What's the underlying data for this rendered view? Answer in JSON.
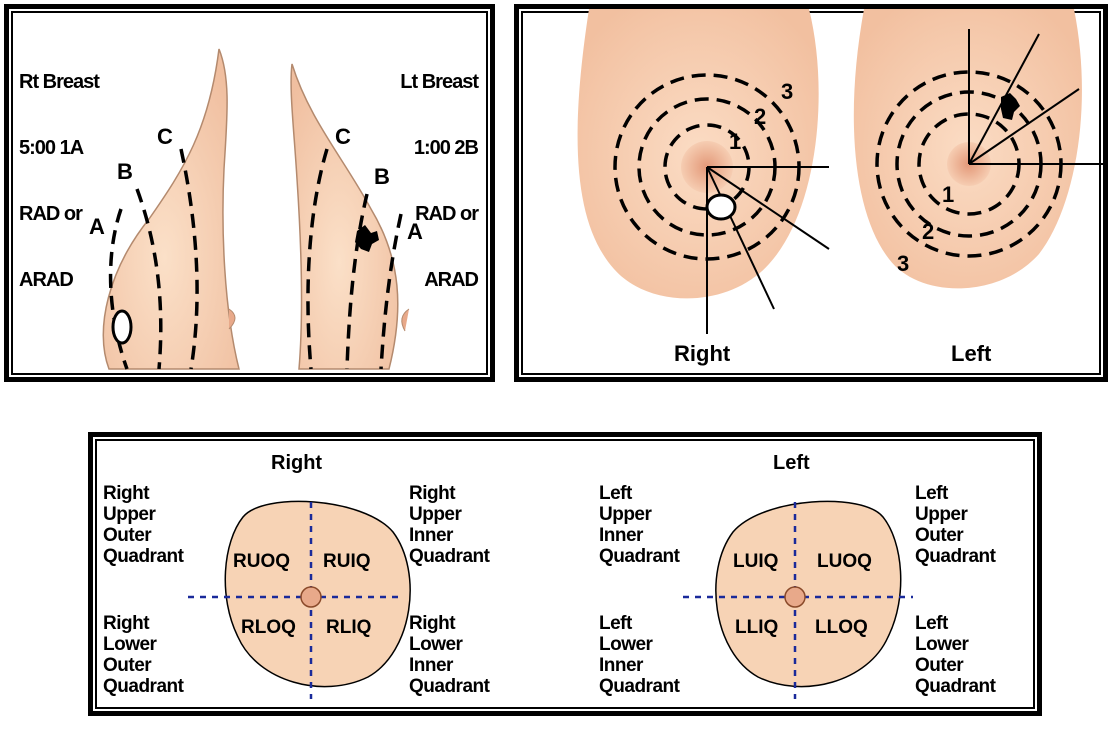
{
  "side_view": {
    "right_label": [
      "Rt Breast",
      "5:00 1A",
      "RAD or",
      "ARAD"
    ],
    "left_label": [
      "Lt Breast",
      "1:00 2B",
      "RAD or",
      "ARAD"
    ],
    "zones": [
      "A",
      "B",
      "C"
    ]
  },
  "front_view": {
    "rings": [
      "1",
      "2",
      "3"
    ],
    "captions": {
      "right": "Right",
      "left": "Left"
    }
  },
  "quadrant_view": {
    "headings": {
      "right": "Right",
      "left": "Left"
    },
    "right_upper_outer": [
      "Right",
      "Upper",
      "Outer",
      "Quadrant"
    ],
    "right_upper_inner": [
      "Right",
      "Upper",
      "Inner",
      "Quadrant"
    ],
    "right_lower_outer": [
      "Right",
      "Lower",
      "Outer",
      "Quadrant"
    ],
    "right_lower_inner": [
      "Right",
      "Lower",
      "Inner",
      "Quadrant"
    ],
    "left_upper_inner": [
      "Left",
      "Upper",
      "Inner",
      "Quadrant"
    ],
    "left_upper_outer": [
      "Left",
      "Upper",
      "Outer",
      "Quadrant"
    ],
    "left_lower_inner": [
      "Left",
      "Lower",
      "Inner",
      "Quadrant"
    ],
    "left_lower_outer": [
      "Left",
      "Lower",
      "Outer",
      "Quadrant"
    ],
    "abbreviations": {
      "ruoq": "RUOQ",
      "ruiq": "RUIQ",
      "rloq": "RLOQ",
      "rliq": "RLIQ",
      "luiq": "LUIQ",
      "luoq": "LUOQ",
      "lliq": "LLIQ",
      "lloq": "LLOQ"
    }
  },
  "colors": {
    "skin": "#f7d3b5",
    "skin_edge": "#b48a6e",
    "areola": "#e8a98a",
    "lesion": "#000000",
    "dash_blue": "#1a2a9a"
  }
}
